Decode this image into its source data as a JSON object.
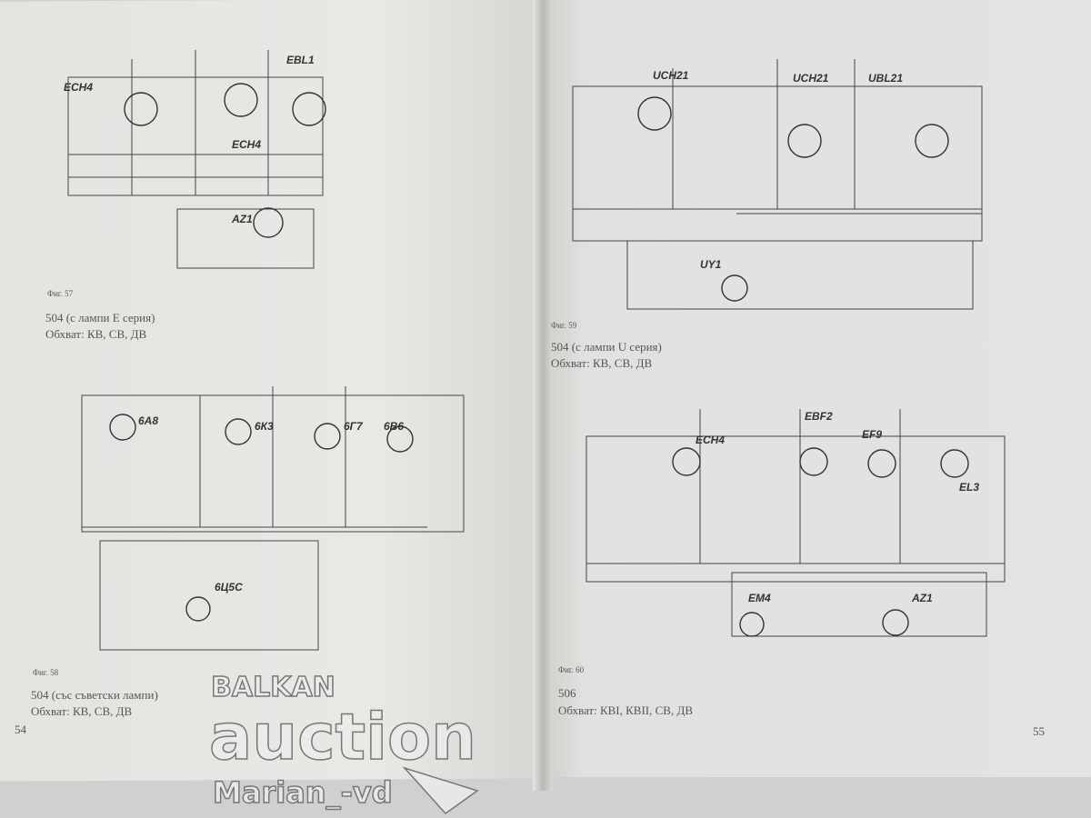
{
  "left_page": {
    "page_number": "54",
    "figures": [
      {
        "label": "Фиг. 57",
        "title": "504 (с лампи E серия)",
        "range": "Обхват: КВ, СВ, ДВ",
        "tubes": [
          "ECH4",
          "EBL1",
          "ECH4",
          "AZ1"
        ]
      },
      {
        "label": "Фиг. 58",
        "title": "504 (със съветски лампи)",
        "range": "Обхват: КВ, СВ, ДВ",
        "tubes": [
          "6А8",
          "6К3",
          "6Г7",
          "6В6",
          "6Ц5С"
        ]
      }
    ]
  },
  "right_page": {
    "page_number": "55",
    "figures": [
      {
        "label": "Фиг. 59",
        "title": "504 (с лампи U серия)",
        "range": "Обхват: КВ, СВ, ДВ",
        "tubes": [
          "UCH21",
          "UCH21",
          "UBL21",
          "UY1"
        ]
      },
      {
        "label": "Фиг. 60",
        "title": "506",
        "range": "Обхват: КВI, КВII, СВ, ДВ",
        "tubes": [
          "ECH4",
          "EBF2",
          "EF9",
          "EL3",
          "EM4",
          "AZ1"
        ]
      }
    ]
  },
  "watermark": {
    "line1": "BALKAN",
    "line2": "auction",
    "line3": "Marian_-vd"
  }
}
